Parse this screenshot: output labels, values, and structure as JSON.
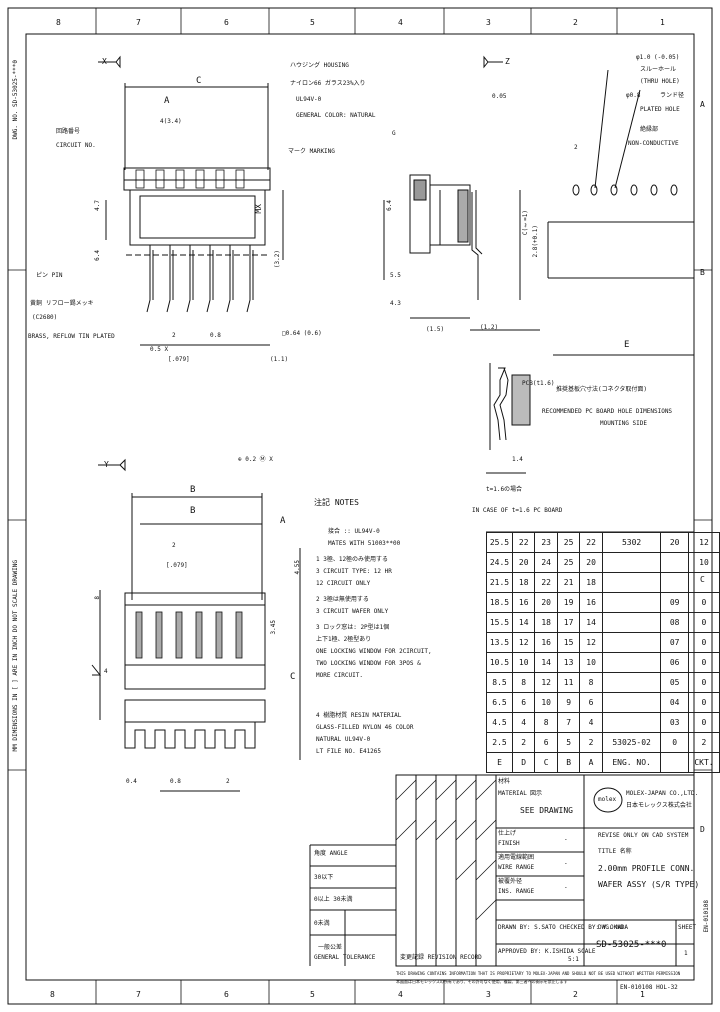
{
  "frame": {
    "col_marks_top": [
      "8",
      "7",
      "6",
      "5",
      "4",
      "3",
      "2",
      "1"
    ],
    "col_marks_bottom": [
      "8",
      "7",
      "6",
      "5",
      "4",
      "3",
      "2",
      "1"
    ],
    "row_marks_right": [
      "A",
      "B",
      "C",
      "D"
    ],
    "dwg_no_side": "DWG. NO. SD-53025-***0",
    "dims_side": "MM  DIMENSIONS IN  [  ]  ARE  IN  INCH   DO  NOT  SCALE  DRAWING",
    "sheet_no": "EN-010108",
    "sheet_code": "HOL-32"
  },
  "top_view": {
    "datum_x": "X",
    "dim_c": "C",
    "label_a": "A",
    "dim_43": "4(3.4)",
    "housing_title": "ハウジング HOUSING",
    "housing_mat_jp": "ナイロン66 ガラス23%入り",
    "housing_grade": "UL94V-0",
    "housing_color": "GENERAL COLOR: NATURAL",
    "circuit_no_jp": "回路番号",
    "circuit_no_en": "CIRCUIT NO.",
    "mx_mark": "MX",
    "marking_jp": "マーク MARKING",
    "dim_47": "4.7",
    "dim_64": "6.4",
    "dim_32": "(3.2)",
    "pin_jp": "ピン PIN",
    "pin_mat_jp": "黄銅 リフロー錫メッキ",
    "pin_mat_code": "(C2680)",
    "pin_mat_en": "BRASS, REFLOW TIN PLATED",
    "dim_2": "2",
    "dim_2_inch": "[.079]",
    "dim_08": "0.8",
    "sq_08": "□0.64 (0.6)",
    "dim_11": "(1.1)",
    "dim_xtol": "0.5 X"
  },
  "side_view": {
    "datum_z": "Z",
    "g_label": "G",
    "dim_005": "0.05",
    "dim_64": "6.4",
    "dim_55": "5.5",
    "dim_43": "4.3",
    "dim_15": "(1.5)",
    "dim_12": "(1.2)",
    "dim_c_side": "C(ℓ=1)"
  },
  "pcb": {
    "hole1_dia": "φ1.0 (-0.05)",
    "hole1_label": "スルーホール",
    "hole1_en": "(THRU HOLE)",
    "hole2_dia": "φ0.8",
    "hole2_label": "ランド径",
    "hole2_en": "PLATED HOLE",
    "nonconductive_jp": "絶縁部",
    "nonconductive_en": "NON-CONDUCTIVE",
    "dim_2": "2",
    "dim_e": "E",
    "dim_sq": "2.8(+0.1)",
    "title_jp": "推奨基板穴寸法(コネクタ取付面)",
    "title_en1": "RECOMMENDED PC BOARD HOLE DIMENSIONS",
    "title_en2": "MOUNTING SIDE",
    "dim_14": "1.4",
    "dim_pcb_thk": "PCB(t1.6)",
    "pcb_case_jp": "t=1.6の場合",
    "pcb_case_en": "IN CASE OF t=1.6 PC BOARD"
  },
  "bottom_view": {
    "datum_y": "Y",
    "dim_b": "B",
    "dim_b_box": "B",
    "dim_ref_a": "A",
    "dim_2": "2",
    "dim_2_inch": "[.079]",
    "dim_455": "4.55",
    "dim_345": "3.45",
    "dim_c": "C",
    "dim_8": "8",
    "dim_04": "0.4",
    "dim_08": "0.8",
    "dim_2b": "2",
    "position_tol": "⊕ 0.2 Ⓜ X",
    "pin_num": "4"
  },
  "notes": {
    "heading": "注記 NOTES",
    "items": [
      "接合 :: UL94V-0",
      "MATES WITH 51003**00",
      "1  3極、12極のみ使用する",
      "   3 CIRCUIT TYPE: 12 HR",
      "   12 CIRCUIT ONLY",
      "2  3極は無使用する",
      "   3 CIRCUIT WAFER ONLY",
      "3  ロック窓は: 2P型は1個",
      "   上下1極、2極型あり",
      "   ONE LOCKING WINDOW FOR 2CIRCUIT,",
      "   TWO LOCKING WINDOW FOR 3POS &",
      "   MORE CIRCUIT.",
      "4  樹脂材質 RESIN MATERIAL",
      "   GLASS-FILLED NYLON 46 COLOR",
      "   NATURAL UL94V-0",
      "   LT FILE NO. E41265"
    ]
  },
  "bom": {
    "rows": [
      [
        "25.5",
        "22",
        "23",
        "25",
        "22",
        "5302",
        "20",
        "12"
      ],
      [
        "24.5",
        "20",
        "24",
        "25",
        "20",
        "",
        "",
        "10"
      ],
      [
        "21.5",
        "18",
        "22",
        "21",
        "18",
        "",
        "",
        ""
      ],
      [
        "18.5",
        "16",
        "20",
        "19",
        "16",
        "",
        "09",
        "0",
        ""
      ],
      [
        "15.5",
        "14",
        "18",
        "17",
        "14",
        "",
        "08",
        "0",
        ""
      ],
      [
        "13.5",
        "12",
        "16",
        "15",
        "12",
        "",
        "07",
        "0",
        ""
      ],
      [
        "10.5",
        "10",
        "14",
        "13",
        "10",
        "",
        "06",
        "0",
        ""
      ],
      [
        "8.5",
        "8",
        "12",
        "11",
        "8",
        "",
        "05",
        "0",
        ""
      ],
      [
        "6.5",
        "6",
        "10",
        "9",
        "6",
        "",
        "04",
        "0",
        ""
      ],
      [
        "4.5",
        "4",
        "8",
        "7",
        "4",
        "",
        "03",
        "0",
        ""
      ],
      [
        "2.5",
        "2",
        "6",
        "5",
        "2",
        "53025-02",
        "0",
        "2"
      ],
      [
        "E",
        "D",
        "C",
        "B",
        "A",
        "ENG. NO.",
        "",
        "CKT."
      ]
    ]
  },
  "title_block": {
    "material_jp": "材料",
    "material_en": "MATERIAL",
    "material_value_jp": "図示",
    "material_value": "SEE DRAWING",
    "finish_jp": "仕上げ",
    "finish_en": "FINISH",
    "finish_value": "-",
    "wire_jp": "適用電線範囲",
    "wire_en": "WIRE RANGE",
    "wire_value": "-",
    "ins_jp": "被覆外径",
    "ins_en": "INS. RANGE",
    "ins_value": "-",
    "company_en": "MOLEX-JAPAN CO.,LTD.",
    "company_jp": "日本モレックス株式会社",
    "logo": "molex",
    "revise": "REVISE ONLY ON CAD SYSTEM",
    "title_label": "TITLE 名称",
    "title_line1": "2.00mm PROFILE CONN.",
    "title_line2": "WAFER ASSY (S/R TYPE)",
    "tol_header": "角度 ANGLE",
    "tol_rows": [
      "30以下",
      "0以上 30未満",
      "0未満"
    ],
    "tol_general_jp": "一般公差",
    "tol_general_en": "GENERAL TOLERANCE",
    "revision_record": "変更記録 REVISION RECORD",
    "drawn": "DRAWN BY: S.SATO  CHECKED BY: Y.OKADA",
    "approved": "APPROVED BY: K.ISHIDA  SCALE",
    "scale_value": "5:1",
    "dwg_no_label": "DWG. NO.",
    "dwg_no_value": "SD-53025-***0",
    "sheet_label": "SHEET",
    "sheet_value": "1"
  },
  "footer": {
    "line1": "THIS DRAWING CONTAINS INFORMATION THAT IS PROPRIETARY TO MOLEX-JAPAN AND SHOULD NOT BE USED WITHOUT WRITTEN PERMISSION",
    "line2": "本図面は日本モレックスの所有であり、その許可なく使用、複製、第三者への開示を禁止します",
    "sheet_code": "EN-010108 HOL-32"
  }
}
